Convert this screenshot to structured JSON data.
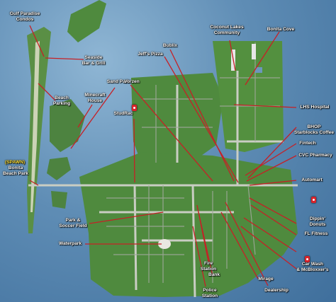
{
  "colors": {
    "water": "#5f8db5",
    "land": "#4f8a3e",
    "road": "#c9cdc3",
    "pointer": "#c62026",
    "label": "#ffffff",
    "spawn_label": "#ffe23a"
  },
  "labels": {
    "gulf_paradise": "Gulf Paradise\nCondos",
    "seaside": "Seaside\nBar & Grill",
    "beach_parking": "Beach\nParking",
    "minecraft": "Minecraft\nHouse",
    "sand_park": "Sand Park",
    "jeffs_pizza": "Jeff's Pizza",
    "bublix": "Bublix",
    "coconut_lakes": "Coconut Lakes\nCommunity",
    "bonita_cove": "Bonita Cove",
    "vorzen": "Vorzen",
    "studrac": "StudRac",
    "lhs_hospital": "LHS Hospital",
    "bhop": "BHOP\nStarblocks Coffee",
    "fintech": "Fintech",
    "cvc": "CVC Pharmacy",
    "spawn_tag": "(SPAWN)",
    "bonita_beach_park": "Bonita\nBeach Park",
    "automart": "Automart",
    "park_soccer": "Park &\nSoccer Field",
    "dippin": "Dippin'\nDonuts",
    "fl_fitness": "FL Fitness",
    "waterpark": "Waterpark",
    "car_wash": "Car Wash\n& McBloxxer's",
    "fire_station": "Fire\nStation",
    "bank": "Bank",
    "police": "Police\nStation",
    "mirage": "Mirage",
    "dealership": "Dealership"
  },
  "pins": [
    {
      "name": "studrac-pin-icon"
    },
    {
      "name": "automart-pin-icon"
    },
    {
      "name": "car-wash-pin-icon"
    }
  ]
}
